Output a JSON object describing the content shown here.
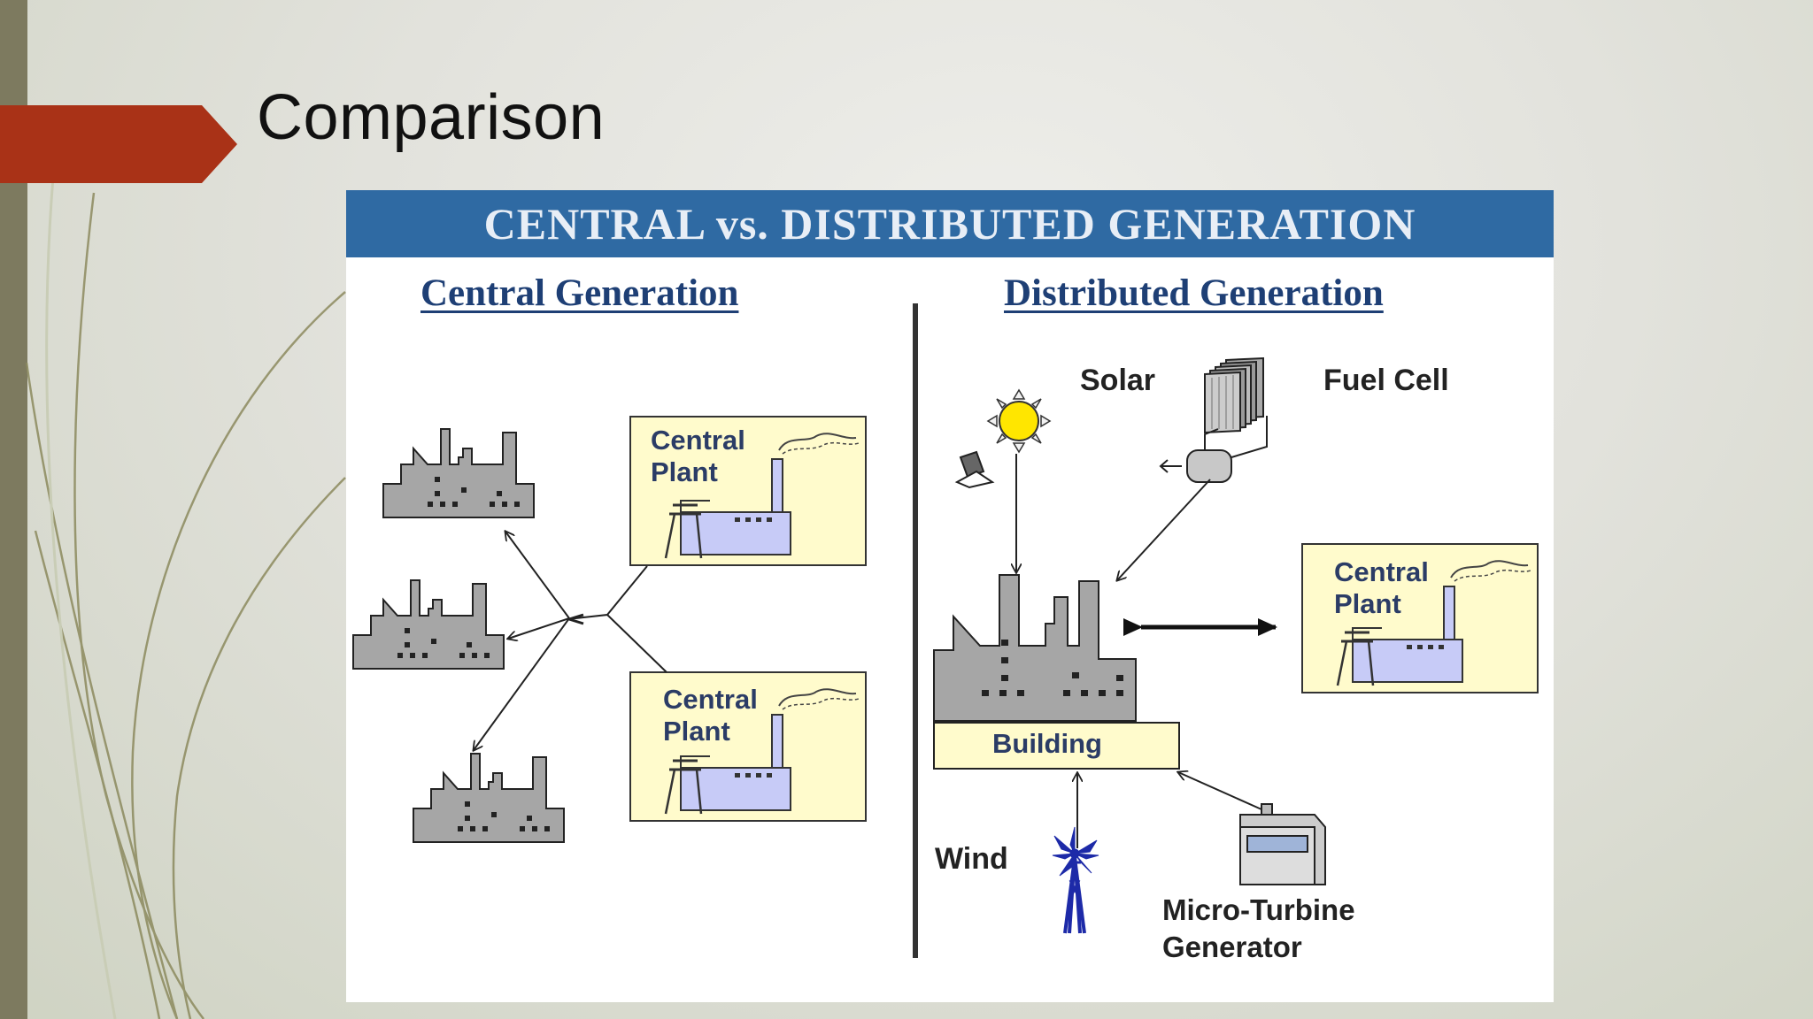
{
  "slide": {
    "title": "Comparison"
  },
  "diagram": {
    "banner_title": "CENTRAL vs. DISTRIBUTED GENERATION",
    "central_heading": "Central Generation",
    "distributed_heading": "Distributed Generation",
    "central_plant_label_line1": "Central",
    "central_plant_label_line2": "Plant",
    "solar_label": "Solar",
    "fuel_cell_label": "Fuel Cell",
    "building_label": "Building",
    "wind_label": "Wind",
    "micro_turbine_line1": "Micro-Turbine",
    "micro_turbine_line2": "Generator"
  },
  "colors": {
    "banner": "#2f6aa3",
    "heading_text": "#1e3f75",
    "plant_box_fill": "#fffbcc",
    "factory_gray": "#a6a6a6",
    "accent_arrow": "#b83a1e",
    "left_bar": "#7d7a5f"
  },
  "icons": [
    "factory-icon",
    "power-plant-icon",
    "sun-icon",
    "solar-panel-icon",
    "fuel-cell-icon",
    "wind-turbine-icon",
    "micro-turbine-icon"
  ]
}
